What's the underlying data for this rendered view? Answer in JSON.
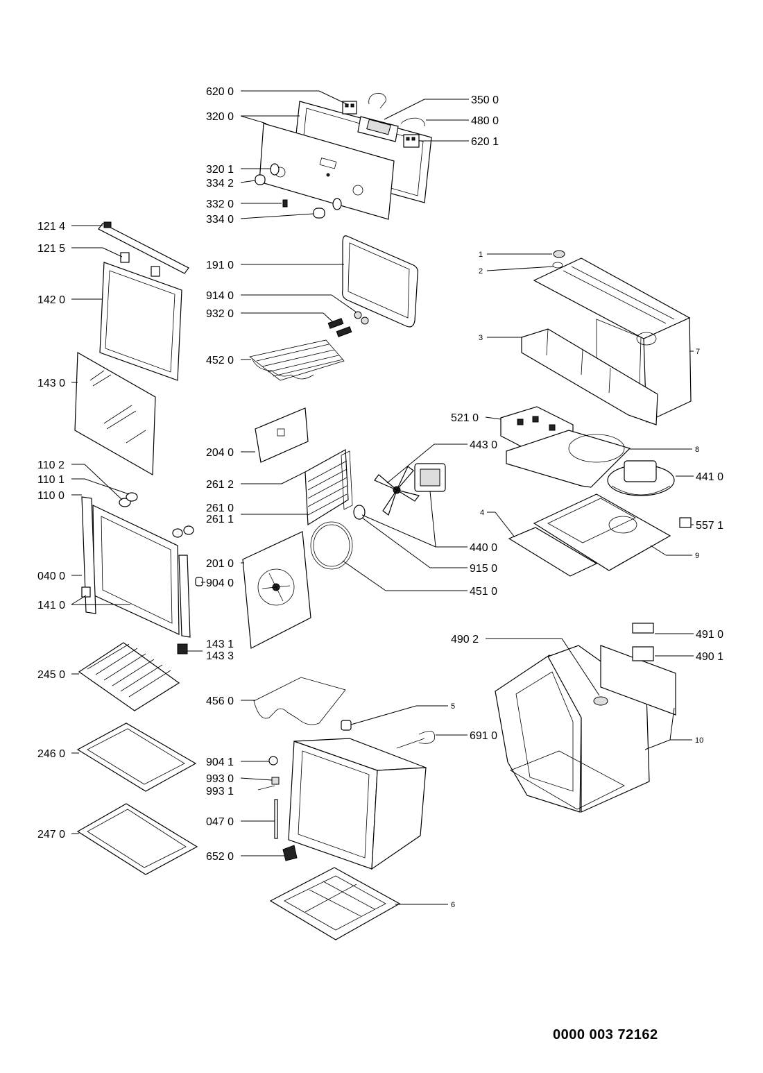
{
  "document_number": "0000 003 72162",
  "callouts": {
    "c6200": "620 0",
    "c3200": "320 0",
    "c3500": "350 0",
    "c4800": "480 0",
    "c6201": "620 1",
    "c3201": "320 1",
    "c3342": "334 2",
    "c3320": "332 0",
    "c3340": "334 0",
    "c1214": "121 4",
    "c1215": "121 5",
    "c1910": "191 0",
    "c1420": "142 0",
    "c9140": "914 0",
    "c9320": "932 0",
    "c4520": "452 0",
    "c1430": "143 0",
    "c2040": "204 0",
    "c1102": "110 2",
    "c1101": "110 1",
    "c1100": "110 0",
    "c2612": "261 2",
    "c2610": "261 0",
    "c2611": "261 1",
    "c2010": "201 0",
    "c0400": "040 0",
    "c9040": "904 0",
    "c1410": "141 0",
    "c1431": "143 1",
    "c1433": "143 3",
    "c2450": "245 0",
    "c4560": "456 0",
    "c2460": "246 0",
    "c9041": "904 1",
    "c9930": "993 0",
    "c9931": "993 1",
    "c0470": "047 0",
    "c2470": "247 0",
    "c6520": "652 0",
    "c4430": "443 0",
    "c4400": "440 0",
    "c9150": "915 0",
    "c4510": "451 0",
    "c6910": "691 0",
    "c5210": "521 0",
    "c4410": "441 0",
    "c5571": "557 1",
    "c4902": "490 2",
    "c4910": "491 0",
    "c4901": "490 1",
    "n1": "1",
    "n2": "2",
    "n3": "3",
    "n4": "4",
    "n5": "5",
    "n6": "6",
    "n7": "7",
    "n8": "8",
    "n9": "9",
    "n10": "10"
  }
}
